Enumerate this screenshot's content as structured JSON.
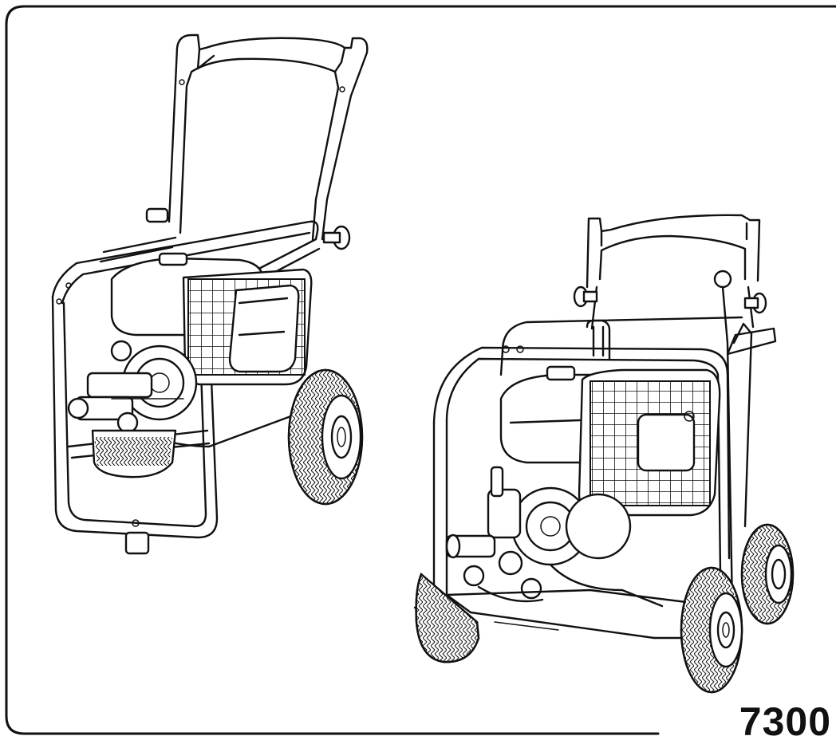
{
  "page": {
    "number": "7300"
  },
  "illustrations": [
    {
      "subject": "pressure-washer-compact-frame"
    },
    {
      "subject": "pressure-washer-wide-frame"
    }
  ]
}
